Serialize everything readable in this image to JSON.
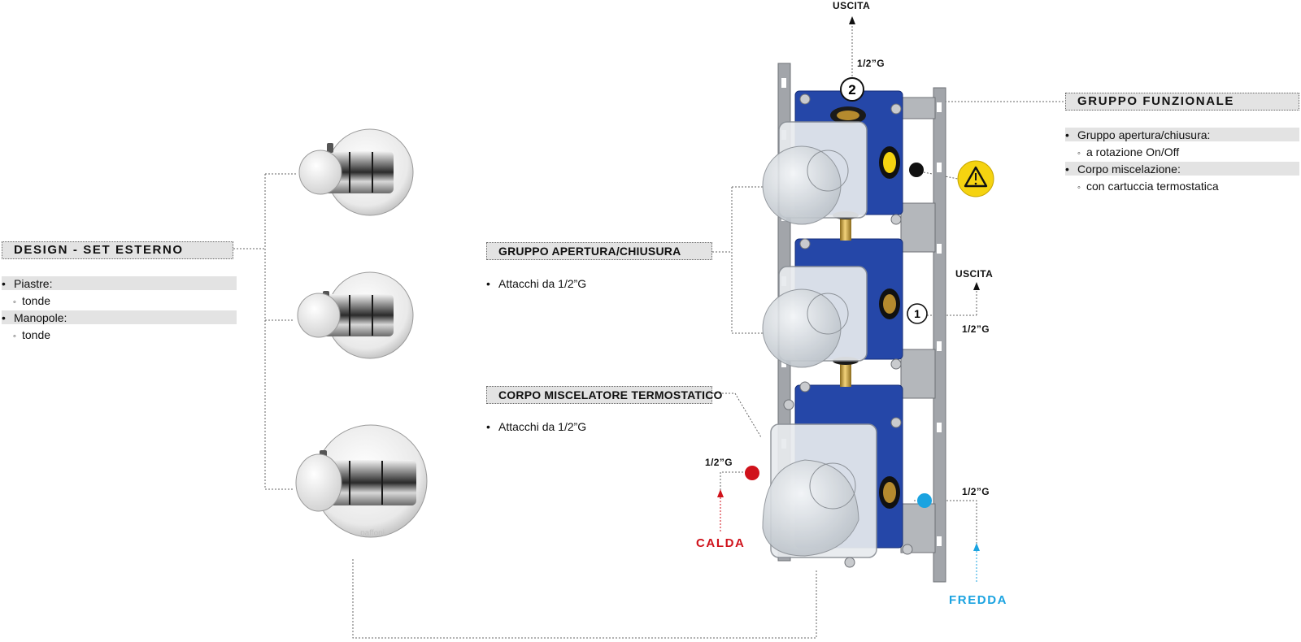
{
  "sections": {
    "design": {
      "title": "DESIGN - SET ESTERNO",
      "items": [
        {
          "label": "Piastre:",
          "sub": "tonde"
        },
        {
          "label": "Manopole:",
          "sub": "tonde"
        }
      ]
    },
    "apertura": {
      "title": "GRUPPO APERTURA/CHIUSURA",
      "items": [
        "Attacchi da 1/2”G"
      ]
    },
    "corpo": {
      "title": "CORPO MISCELATORE TERMOSTATICO",
      "items": [
        "Attacchi da 1/2”G"
      ]
    },
    "funzionale": {
      "title": "GRUPPO FUNZIONALE",
      "items": [
        {
          "label": "Gruppo apertura/chiusura:",
          "sub": "a rotazione On/Off"
        },
        {
          "label": "Corpo miscelazione:",
          "sub": "con cartuccia termostatica"
        }
      ]
    }
  },
  "labels": {
    "uscita_top": "USCITA",
    "uscita_right": "USCITA",
    "size_top": "1/2”G",
    "size_outlet1": "1/2”G",
    "size_calda": "1/2”G",
    "size_fredda": "1/2”G",
    "calda": "CALDA",
    "fredda": "FREDDA",
    "outlet_1": "1",
    "outlet_2": "2"
  },
  "colors": {
    "calda": "#d0121b",
    "fredda": "#1ba3e0",
    "box_blue": "#2547a8",
    "warning": "#f5d310",
    "header_bg": "#e3e3e3",
    "rail": "#a2a5aa"
  }
}
